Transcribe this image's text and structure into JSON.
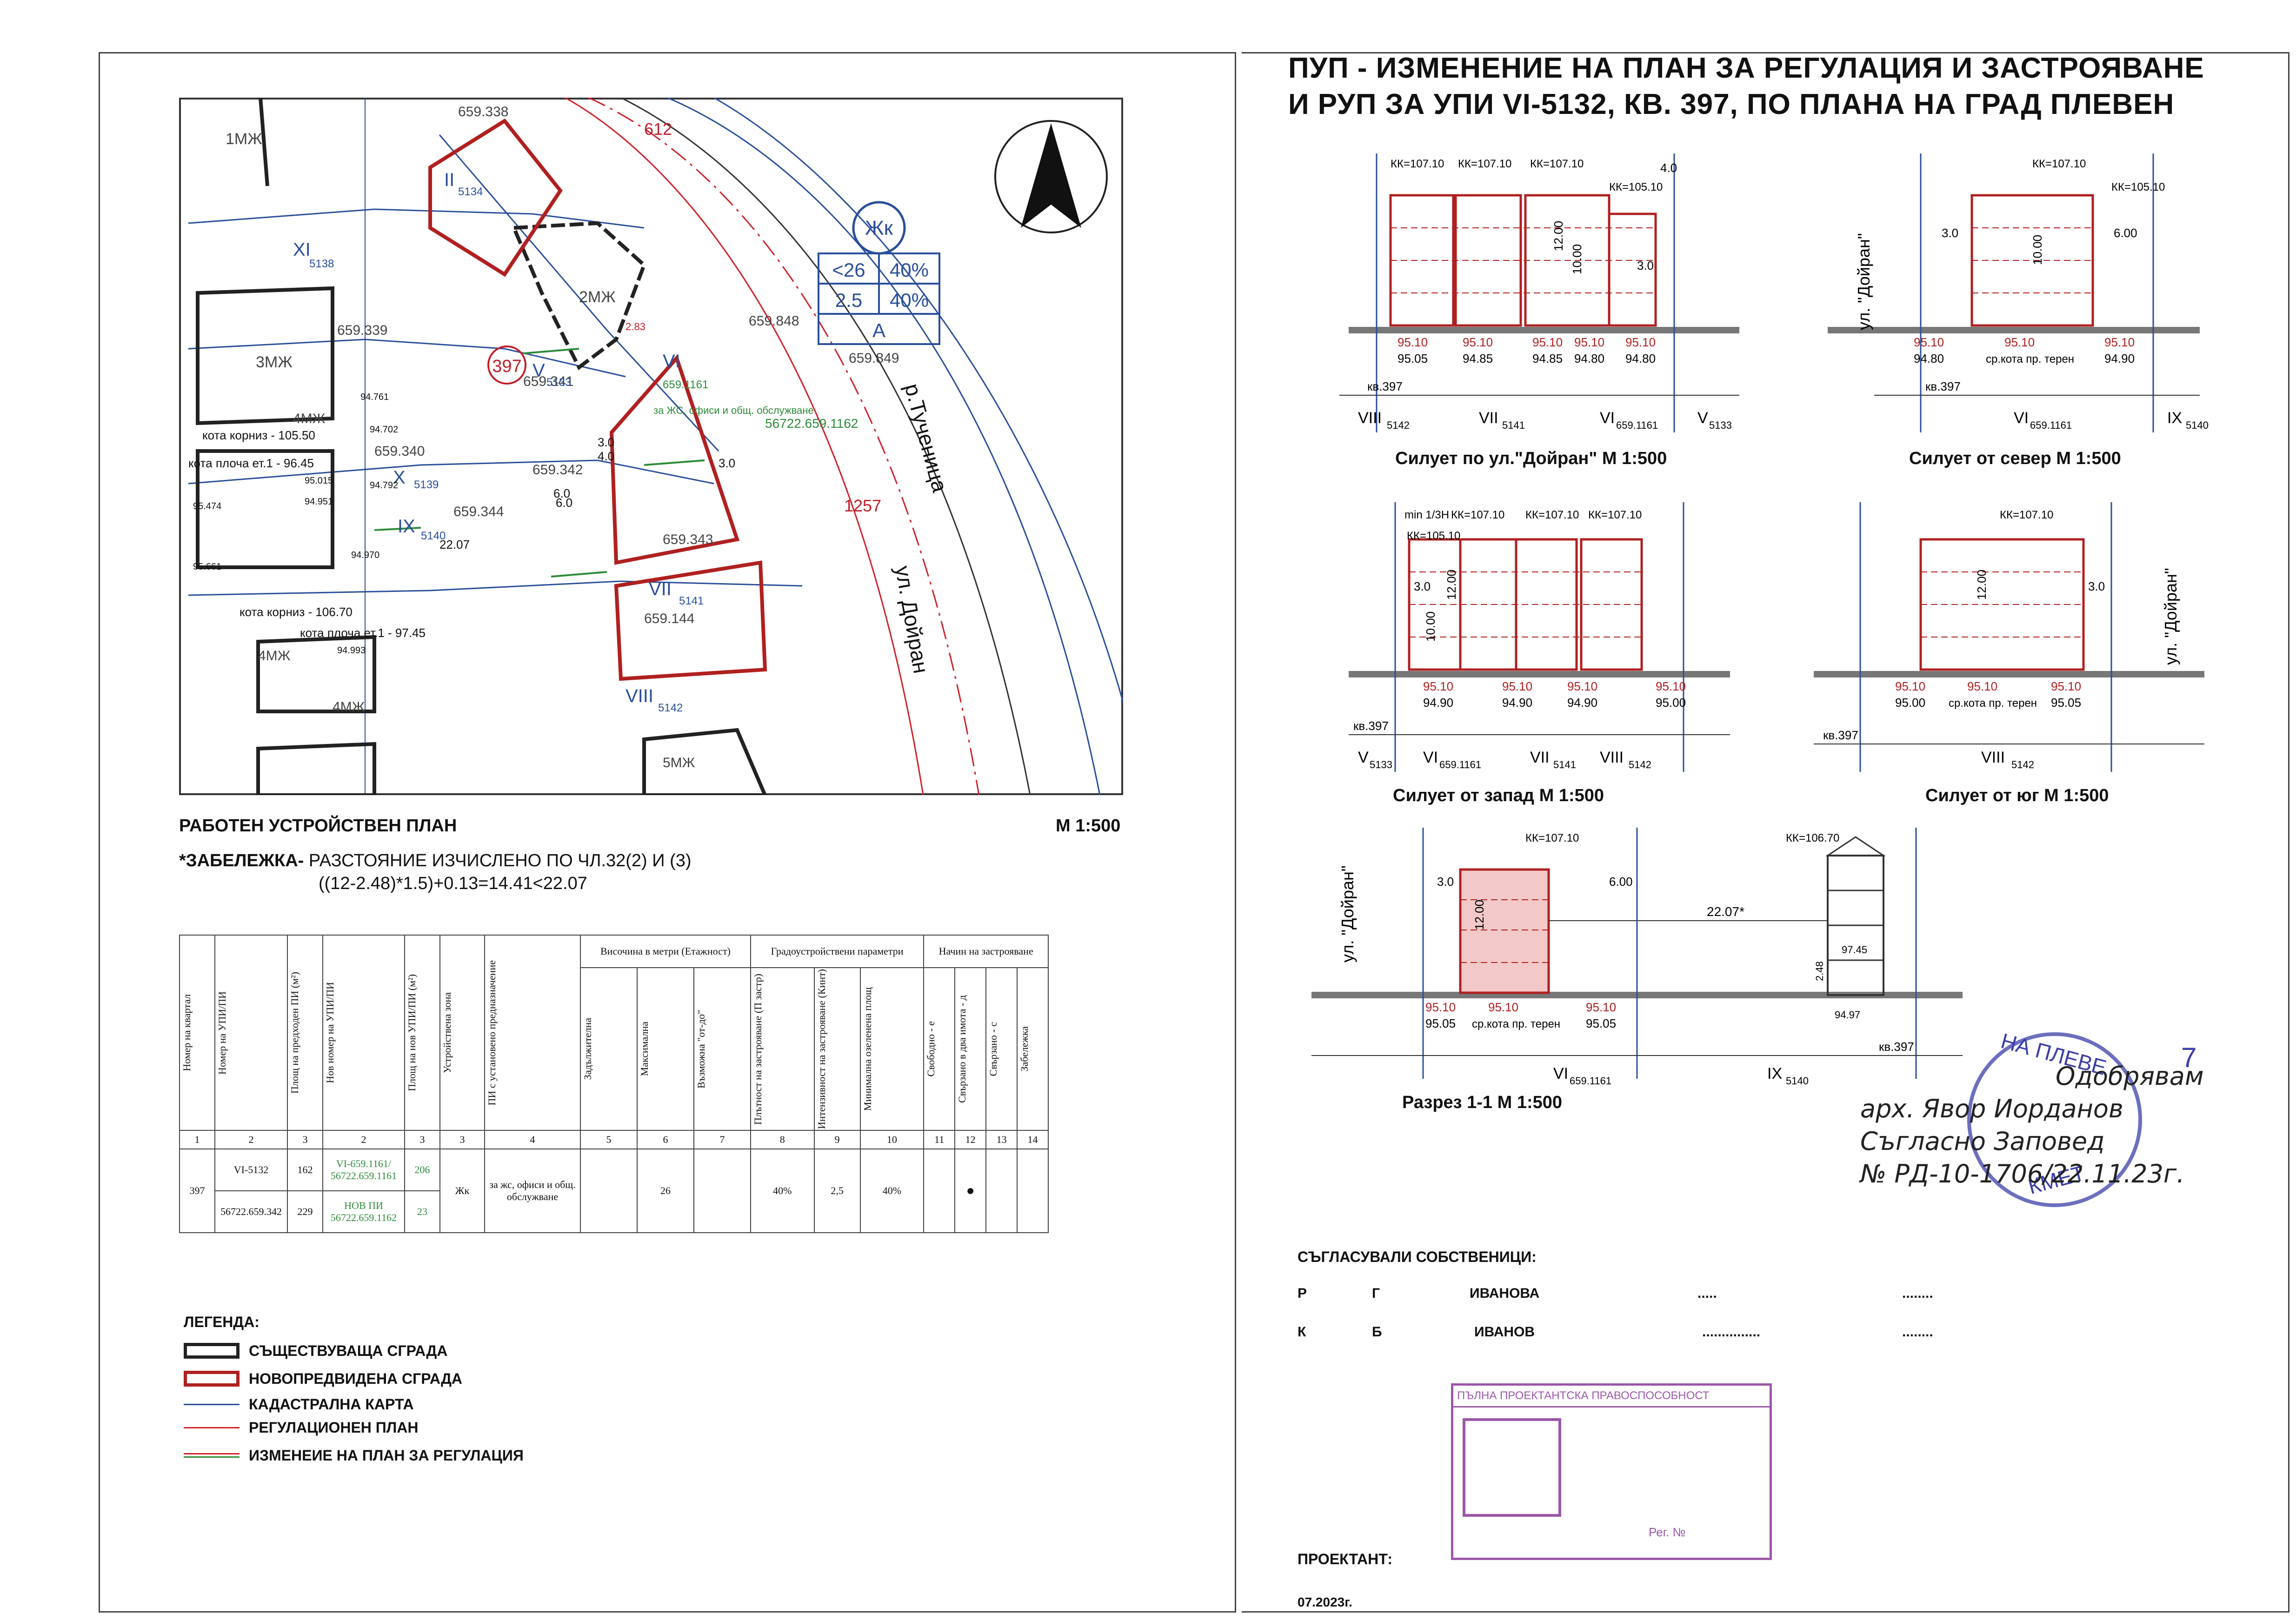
{
  "title": {
    "line1": "ПУП - ИЗМЕНЕНИЕ НА ПЛАН ЗА РЕГУЛАЦИЯ И ЗАСТРОЯВАНЕ",
    "line2": "И РУП ЗА УПИ VI-5132, КВ. 397, ПО ПЛАНА НА ГРАД ПЛЕВЕН"
  },
  "plan": {
    "caption": "РАБОТЕН УСТРОЙСТВЕН ПЛАН",
    "scale": "М 1:500",
    "note_label": "*ЗАБЕЛЕЖКА-",
    "note_line1": "РАЗСТОЯНИЕ ИЗЧИСЛЕНО ПО ЧЛ.32(2) И (3)",
    "note_line2": "((12-2.48)*1.5)+0.13=14.41<22.07",
    "street1": "ул. Дойран",
    "river": "р.Тученица",
    "block": "397",
    "zone_code": "Жк",
    "zone_rows": [
      [
        "<26",
        "40%"
      ],
      [
        "2.5",
        "40%"
      ],
      [
        "",
        "А"
      ]
    ],
    "labels": {
      "l1": "1МЖ",
      "l2": "2МЖ",
      "l3": "3МЖ",
      "l4": "4МЖ",
      "l5": "4МЖ",
      "l6": "4МЖ",
      "l7": "5МЖ",
      "p338": "659.338",
      "p339": "659.339",
      "p340": "659.340",
      "p341": "659.341",
      "p342": "659.342",
      "p343": "659.343",
      "p344": "659.344",
      "p144": "659.144",
      "p848": "659.848",
      "p849": "659.849",
      "pi1162": "56722.659.1162",
      "pi1161": "659.1161",
      "u5134": "II",
      "u5134n": "5134",
      "u5138": "XI",
      "u5138n": "5138",
      "u5139": "X",
      "u5139n": "5139",
      "u5140": "IX",
      "u5140n": "5140",
      "u5141": "VII",
      "u5141n": "5141",
      "u5142": "VIII",
      "u5142n": "5142",
      "u5133": "V",
      "u5133n": "5133",
      "u6": "VI",
      "n612": "612",
      "n1257": "1257",
      "k1": "кота корниз - 105.50",
      "k2": "кота плоча ет.1 - 96.45",
      "k3": "кота корниз - 106.70",
      "k4": "кота плоча ет.1 - 97.45",
      "e1": "94.761",
      "e2": "94.702",
      "e3": "95.015",
      "e4": "94.792",
      "e5": "95.474",
      "e6": "94.951",
      "e7": "95.661",
      "e8": "94.970",
      "e9": "94.993",
      "d1": "22.07",
      "d2": "6.0",
      "d3": "6.0",
      "d4": "3.0",
      "d5": "3.0",
      "d6": "4.0",
      "d7": "2.83",
      "use": "за ЖС, офиси и общ. обслужване"
    }
  },
  "table": {
    "group_heights": "Височина в метри (Етажност)",
    "group_params": "Градоустройствени параметри",
    "group_mode": "Начин на застрояване",
    "headers": [
      "Номер на квартал",
      "Номер на УПИ/ПИ",
      "Площ на предходен ПИ (м²)",
      "Нов номер на УПИ/ПИ",
      "Площ на нов УПИ/ПИ (м²)",
      "Устройствена зона",
      "ПИ с установено предназначение",
      "Задължителна",
      "Максимална",
      "Възможна \"от-до\"",
      "Плътност на застрояване (П застр)",
      "Интензивност на застрояване (Кинт)",
      "Минимална озеленена площ",
      "Свободно - е",
      "Свързано в два имота - д",
      "Свързано - с",
      "Забележка"
    ],
    "numbers": [
      "1",
      "2",
      "3",
      "2",
      "3",
      "3",
      "4",
      "5",
      "6",
      "7",
      "8",
      "9",
      "10",
      "11",
      "12",
      "13",
      "14"
    ],
    "row": {
      "block": "397",
      "upi1": "VI-5132",
      "area1": "162",
      "upi2": "56722.659.342",
      "area2": "229",
      "new1": "VI-659.1161/ 56722.659.1161",
      "newarea1": "206",
      "new2": "НОВ ПИ 56722.659.1162",
      "newarea2": "23",
      "zone": "Жк",
      "purpose": "за жс, офиси и общ. обслужване",
      "max": "26",
      "density": "40%",
      "intensity": "2,5",
      "green": "40%",
      "mode": "●"
    }
  },
  "legend": {
    "title": "ЛЕГЕНДА:",
    "items": [
      {
        "label": "СЪЩЕСТВУВАЩА СГРАДА",
        "color": "#222222"
      },
      {
        "label": "НОВОПРЕДВИДЕНА СГРАДА",
        "color": "#b02020"
      },
      {
        "label": "КАДАСТРАЛНА КАРТА",
        "color": "#2a4f9a"
      },
      {
        "label": "РЕГУЛАЦИОНЕН ПЛАН",
        "color": "#d0202a"
      },
      {
        "label": "ИЗМЕНЕИЕ НА ПЛАН ЗА РЕГУЛАЦИЯ",
        "color": "#2e8b3a"
      }
    ]
  },
  "silhouettes": {
    "s1": "Силует по ул.\"Дойран\"  М 1:500",
    "s2": "Силует от север М 1:500",
    "s3": "Силует от запад   М 1:500",
    "s4": "Силует от юг  М 1:500",
    "s5": "Разрез 1-1   М 1:500",
    "kk107": "КК=107.10",
    "kk105": "КК=105.10",
    "kk10670": "КК=106.70",
    "kv": "кв.397",
    "street": "ул. \"Дойран\"",
    "h12": "12.00",
    "h10": "10.00",
    "h30": "3.0",
    "h40": "4.0",
    "h60": "6.00",
    "h31": "3.0",
    "mid": "ср.кота пр. терен",
    "e9510": "95.10",
    "e9505": "95.05",
    "e9485": "94.85",
    "e9480": "94.80",
    "e9490": "94.90",
    "e9500": "95.00",
    "e9497": "94.97",
    "d2207": "22.07*",
    "e9745": "97.45",
    "d248": "2.48",
    "min13": "min 1/3Н",
    "u_viii": "VIII",
    "u_vii": "VII",
    "u_vi": "VI",
    "u_v": "V",
    "u_ix": "IX",
    "n5142": "5142",
    "n5141": "5141",
    "n1161": "659.1161",
    "n5133": "5133",
    "n5140": "5140"
  },
  "owners": {
    "title": "СЪГЛАСУВАЛИ СОБСТВЕНИЦИ:",
    "r1a": "Р",
    "r1b": "Г",
    "r1c": "ИВАНОВА",
    "r1d": ".....",
    "r1e": "........",
    "r2a": "К",
    "r2b": "Б",
    "r2c": "ИВАНОВ",
    "r2d": "...............",
    "r2e": "........"
  },
  "designer": {
    "label": "ПРОЕКТАНТ:",
    "date": "07.2023г.",
    "stamp_title": "ПЪЛНА ПРОЕКТАНТСКА ПРАВОСПОСОБНОСТ",
    "stamp_reg": "Рег. №"
  },
  "approval": {
    "l1": "Одобрявам",
    "l2": "арх. Явор Иорданов",
    "l3": "Съгласно Заповед",
    "l4": "№ РД-10-1706/22.11.23г.",
    "stamp_top": "НА ПЛЕВЕ",
    "stamp_bottom": "КМЕТ",
    "mark": "7"
  },
  "colors": {
    "red": "#c0202a",
    "blue": "#2a4f9a",
    "green": "#2e8b3a",
    "fill": "#f2c8c8",
    "stamp": "#3b3fa8"
  }
}
